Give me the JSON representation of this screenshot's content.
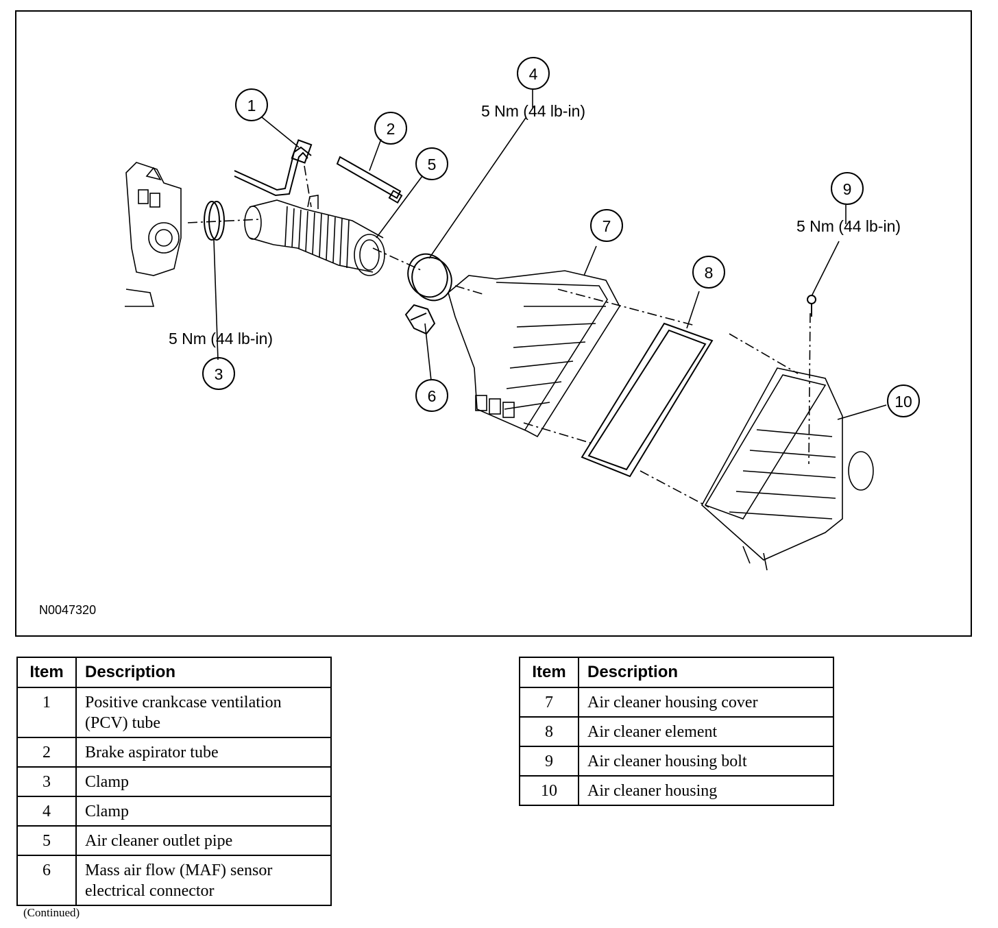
{
  "figure": {
    "id": "N0047320",
    "callouts": [
      {
        "num": "1",
        "torque": ""
      },
      {
        "num": "2",
        "torque": ""
      },
      {
        "num": "3",
        "torque": "5 Nm (44 lb-in)"
      },
      {
        "num": "4",
        "torque": "5 Nm (44 lb-in)"
      },
      {
        "num": "5",
        "torque": ""
      },
      {
        "num": "6",
        "torque": ""
      },
      {
        "num": "7",
        "torque": ""
      },
      {
        "num": "8",
        "torque": ""
      },
      {
        "num": "9",
        "torque": "5 Nm (44 lb-in)"
      },
      {
        "num": "10",
        "torque": ""
      }
    ]
  },
  "legend": {
    "header_item": "Item",
    "header_desc": "Description",
    "left": [
      {
        "item": "1",
        "desc": "Positive crankcase ventilation (PCV) tube"
      },
      {
        "item": "2",
        "desc": "Brake aspirator tube"
      },
      {
        "item": "3",
        "desc": "Clamp"
      },
      {
        "item": "4",
        "desc": "Clamp"
      },
      {
        "item": "5",
        "desc": "Air cleaner outlet pipe"
      },
      {
        "item": "6",
        "desc": "Mass air flow (MAF) sensor electrical connector"
      }
    ],
    "right": [
      {
        "item": "7",
        "desc": "Air cleaner housing cover"
      },
      {
        "item": "8",
        "desc": "Air cleaner element"
      },
      {
        "item": "9",
        "desc": "Air cleaner housing bolt"
      },
      {
        "item": "10",
        "desc": "Air cleaner housing"
      }
    ]
  },
  "footer": {
    "continued": "(Continued)"
  }
}
